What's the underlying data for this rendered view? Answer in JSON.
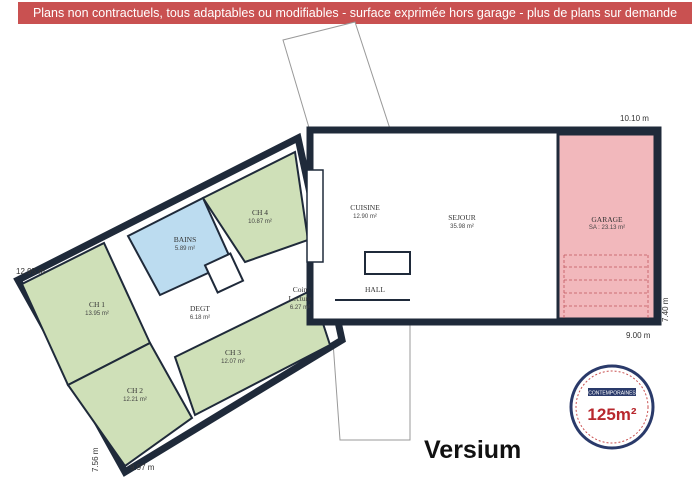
{
  "banner": "Plans non contractuels, tous adaptables ou modifiables - surface exprimée hors garage - plus de plans sur demande",
  "model_name": "Versium",
  "logo": {
    "brand": "CONTEMPORAINES",
    "surface": "125m²"
  },
  "rooms": {
    "ch1": {
      "name": "CH 1",
      "area": "13.95 m²"
    },
    "ch2": {
      "name": "CH 2",
      "area": "12.21 m²"
    },
    "ch3": {
      "name": "CH 3",
      "area": "12.07 m²"
    },
    "ch4": {
      "name": "CH 4",
      "area": "10.87 m²"
    },
    "bains": {
      "name": "BAINS",
      "area": "5.89 m²"
    },
    "degt": {
      "name": "DEGT",
      "area": "6.18 m²"
    },
    "coin1": "Coin",
    "coin2": "Lecture",
    "coin_area": "6.27 m²",
    "cuisine": {
      "name": "CUISINE",
      "area": "12.90 m²"
    },
    "sejour": {
      "name": "SEJOUR",
      "area": "35.98 m²"
    },
    "hall": {
      "name": "HALL"
    },
    "garage": {
      "name": "GARAGE",
      "area": "SA : 23.13 m²"
    }
  },
  "dimensions": {
    "top": "10.10 m",
    "right": "7.40 m",
    "bottom_right": "9.00 m",
    "left_top": "12.95 m",
    "left_bottom": "7.56 m",
    "bottom_left": "9.97 m"
  },
  "colors": {
    "banner": "#c95151",
    "wall": "#1f2a3a",
    "bedroom": "#cfe0b8",
    "bath": "#bcdcf0",
    "garage": "#f2b8bc"
  }
}
